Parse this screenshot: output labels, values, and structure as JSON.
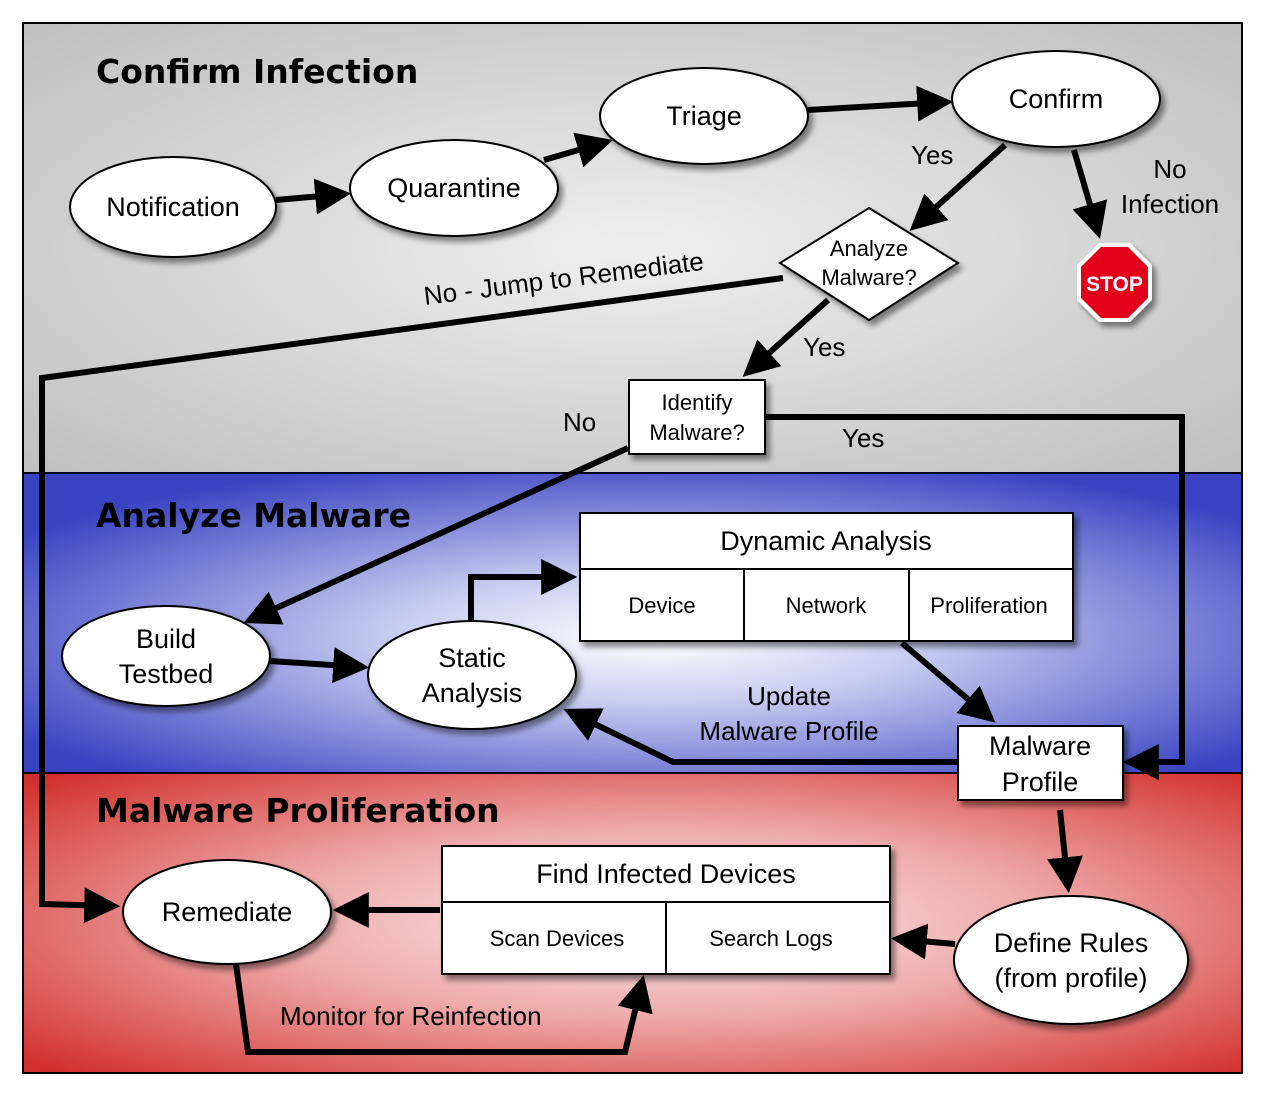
{
  "sections": {
    "confirm": "Confirm Infection",
    "analyze": "Analyze Malware",
    "proliferation": "Malware Proliferation"
  },
  "nodes": {
    "notification": "Notification",
    "quarantine": "Quarantine",
    "triage": "Triage",
    "confirm": "Confirm",
    "analyze_q_line1": "Analyze",
    "analyze_q_line2": "Malware?",
    "stop": "STOP",
    "identify_line1": "Identify",
    "identify_line2": "Malware?",
    "build_line1": "Build",
    "build_line2": "Testbed",
    "static_line1": "Static",
    "static_line2": "Analysis",
    "dynamic_title": "Dynamic Analysis",
    "dynamic_cells": [
      "Device",
      "Network",
      "Proliferation"
    ],
    "profile_line1": "Malware",
    "profile_line2": "Profile",
    "remediate": "Remediate",
    "find_title": "Find Infected Devices",
    "find_cells": [
      "Scan Devices",
      "Search Logs"
    ],
    "rules_line1": "Define Rules",
    "rules_line2": "(from profile)"
  },
  "edges": {
    "yes_confirm": "Yes",
    "no_infection_line1": "No",
    "no_infection_line2": "Infection",
    "jump": "No - Jump to Remediate",
    "yes_analyze": "Yes",
    "no_identify": "No",
    "yes_identify": "Yes",
    "update_line1": "Update",
    "update_line2": "Malware Profile",
    "monitor": "Monitor for Reinfection"
  },
  "colors": {
    "confirm_band": "#c9c9c9",
    "analyze_band": "#3f48c0",
    "proliferation_band": "#d33a35",
    "stop": "#e3001b"
  }
}
